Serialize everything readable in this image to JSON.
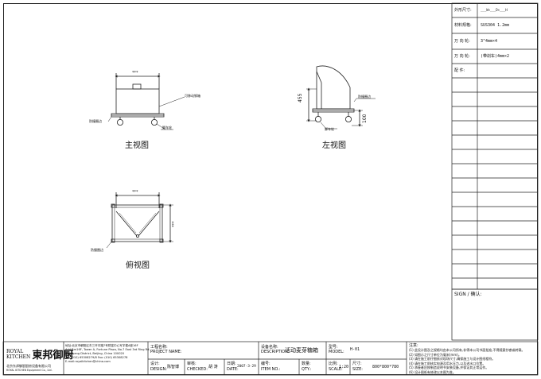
{
  "views": {
    "front": {
      "title": "主视图",
      "dim_width": "***",
      "label_handle": "可移动钢箱",
      "label_bumper": "防撞圈边",
      "label_wheel": "脚车轮"
    },
    "left": {
      "title": "左视图",
      "dim_height": "455",
      "dim_wheel": "100",
      "label_bumper": "防撞圈边",
      "label_wheel": "脚车轮"
    },
    "top": {
      "title": "俯视图",
      "dim_width": "***",
      "dim_depth": "***",
      "label_bumper": "防撞圈边"
    }
  },
  "spec_table": {
    "rows": [
      {
        "label": "外形尺寸:",
        "value": "___W×___D×___H"
      },
      {
        "label": "材料规格:",
        "value": "SUS304 1.2mm"
      },
      {
        "label": "万 向 轮:",
        "value": "3\"4mm×4"
      },
      {
        "label": "万 向 轮:",
        "value": "(带刹车)4mm×2"
      },
      {
        "label": "配  件:",
        "value": ""
      }
    ],
    "sign_label": "SIGN / 确认:"
  },
  "title_block": {
    "company_cn": "北京东邦御厨厨房设备有限公司",
    "company_en": "ROYAL KITCHEN Equipment Co., Ltd.",
    "logo_en_line1": "ROYAL",
    "logo_en_line2": "KITCHEN",
    "logo_cn": "東邦御厨",
    "address_lines": [
      "地址:北京市朝阳区东三环中路7号财富中心写字楼A座16F",
      "Add:Rm16F, Tower A, Fortune Plaza, No.7 East 3rd Ring Rd.",
      "Chaoyang District, Beijing, China 100020",
      "Tel: (010) 65308279/8 Fax: (010) 65308278",
      "E-mail:royalkitchen@china.com"
    ],
    "project_label": "工程名称:",
    "project_label_en": "PROJECT NAME:",
    "description_label": "设备名称:",
    "description_label_en": "DESCRIPTION:",
    "description_value": "活动麦芽糖箱",
    "model_label": "型号:",
    "model_label_en": "MODEL:",
    "model_value": "H-01",
    "design_label": "设计:",
    "design_label_en": "DESIGN:",
    "design_value": "陈智博",
    "check_label": "审核:",
    "check_label_en": "CHECKED:",
    "check_value": "胡  涛",
    "date_label": "日期:",
    "date_label_en": "DATE:",
    "date_value": "2007-3-29",
    "item_label": "编号:",
    "item_label_en": "ITEM NO.:",
    "qty_label": "数量:",
    "qty_label_en": "QTY.:",
    "scale_label": "比例:",
    "scale_label_en": "SCALE:",
    "scale_value": "1:20",
    "size_label": "尺寸:",
    "size_label_en": "SIZE:",
    "size_value": "800*800*780"
  },
  "notes": {
    "title": "注意:",
    "lines": [
      "(1) 此设计图及之规格均由本公司所有,非得本公司书面批准,不得随意抄袭或转载。",
      "(2) 如图示之尺寸单位为毫米(mm)。",
      "(3) 请在施工前仔细核对现场尺寸,确保施工与设计图纸相符。",
      "(4) 请在施工前核实电源及用水压力,以及进水口位置。",
      "(5) 承接者应按制造说明书安装设备,并保证其正常运作。",
      "(6) 设计图纸有修改以本图为准。"
    ]
  }
}
